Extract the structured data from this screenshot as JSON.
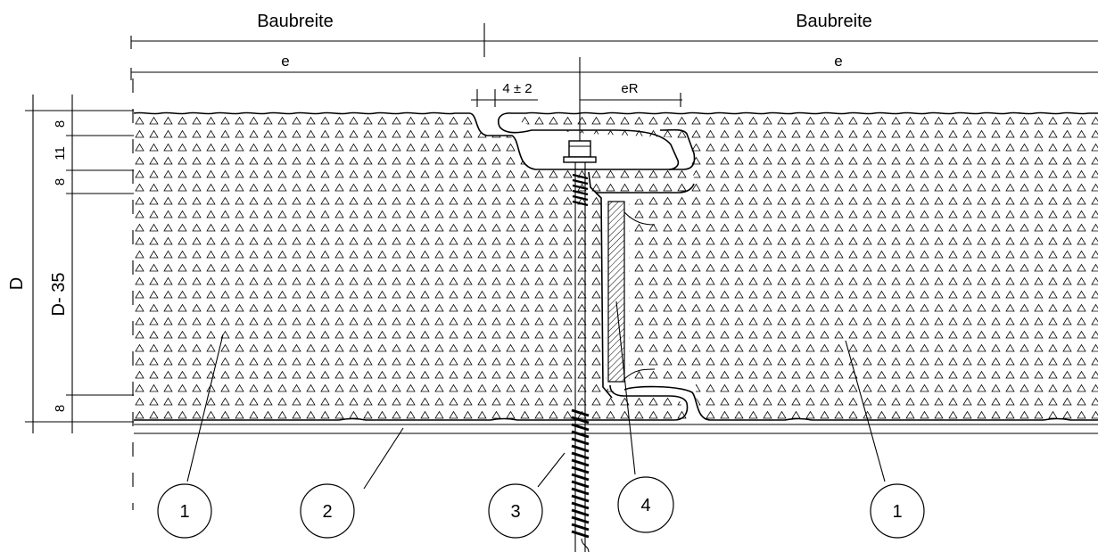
{
  "dimensions": {
    "module_width_left": "Baubreite",
    "module_width_right": "Baubreite",
    "spacing_left": "e",
    "spacing_right": "e",
    "joint_gap": "4 ± 2",
    "edge_distance": "eR",
    "total_depth": "D",
    "core_depth": "D- 35",
    "layer_top_1": "8",
    "layer_top_2": "11",
    "layer_top_3": "8",
    "layer_bottom": "8"
  },
  "callouts": [
    "1",
    "2",
    "3",
    "4",
    "1"
  ]
}
